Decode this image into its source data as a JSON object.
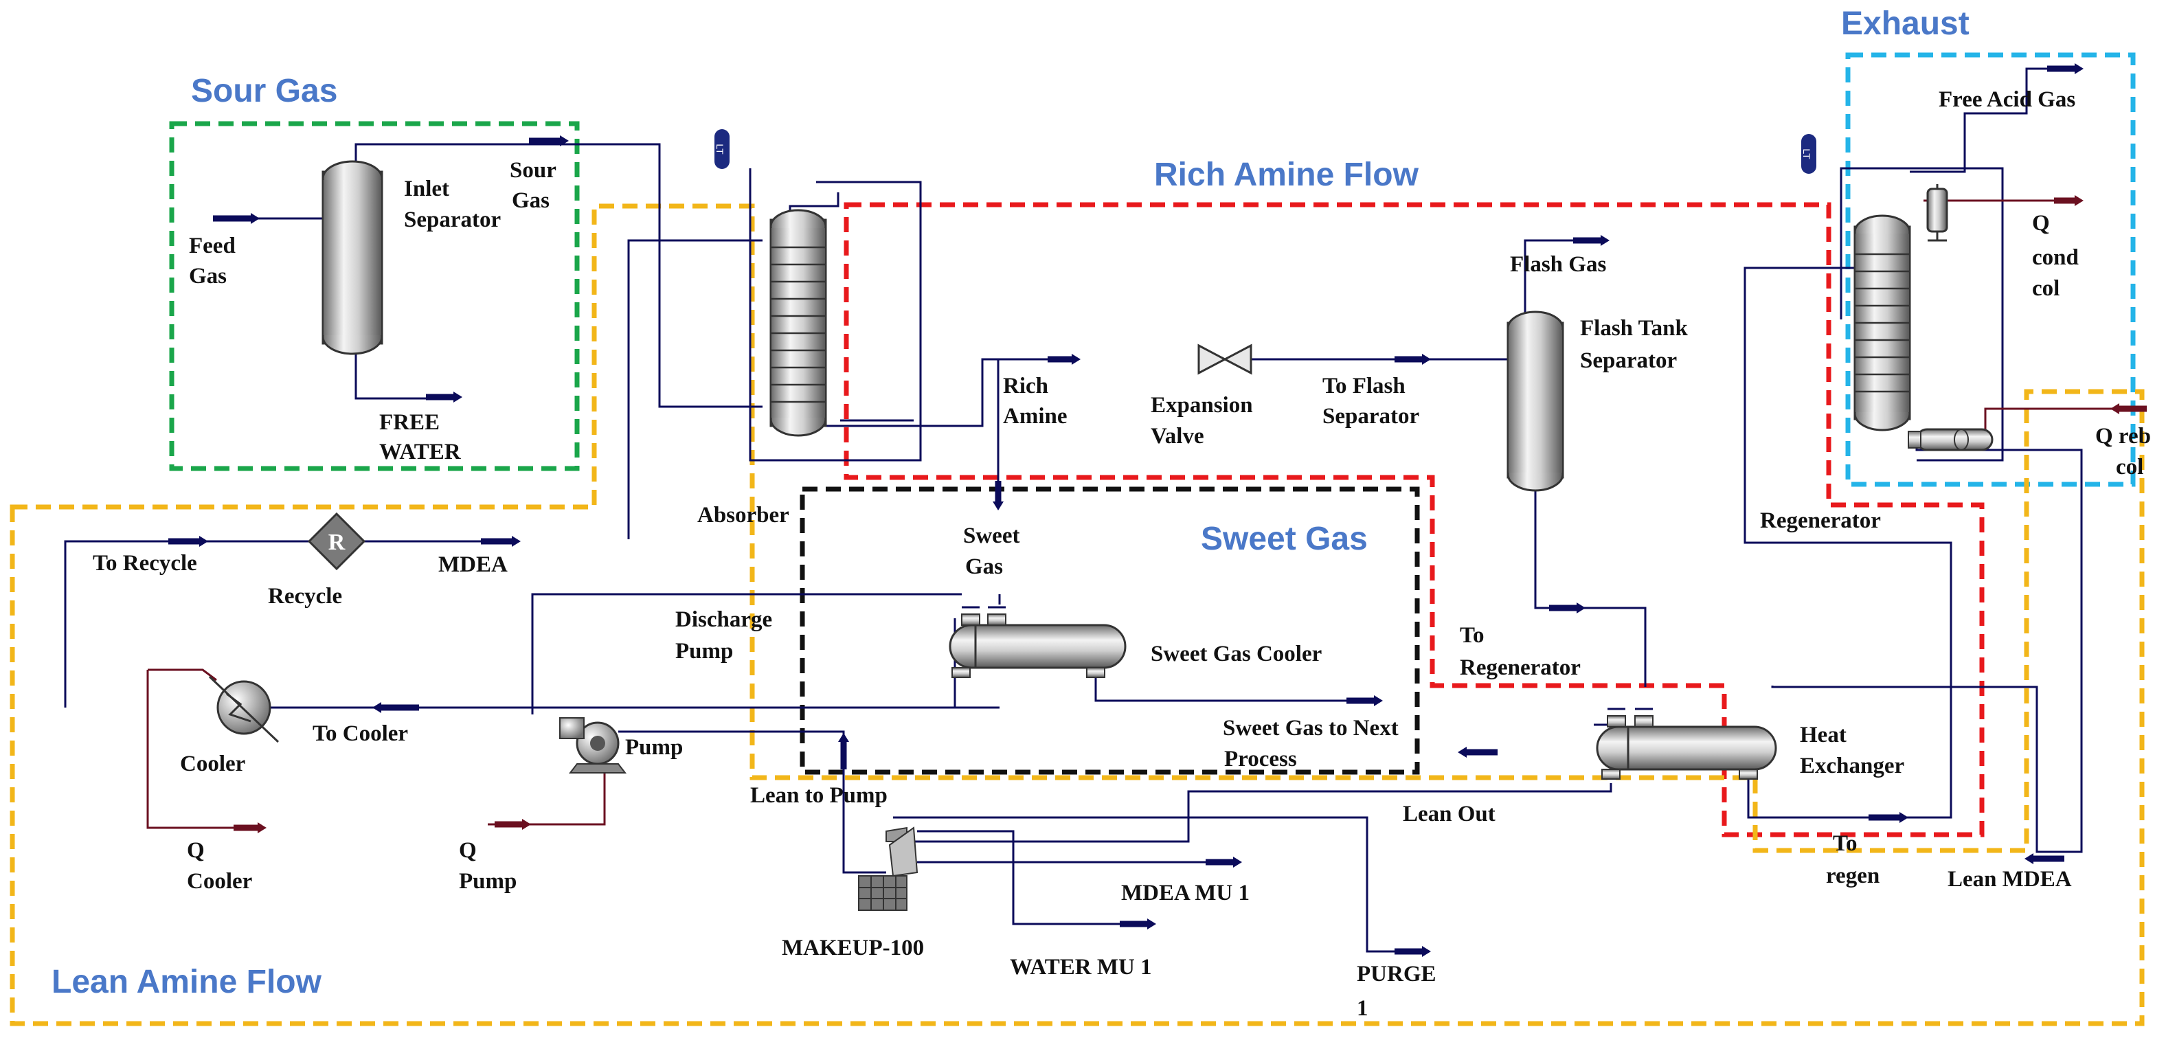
{
  "regions": {
    "sour_gas": "Sour Gas",
    "exhaust": "Exhaust",
    "rich_amine_flow": "Rich Amine Flow",
    "sweet_gas": "Sweet Gas",
    "lean_amine_flow": "Lean Amine Flow"
  },
  "colors": {
    "sour_gas": "#1aa64a",
    "exhaust": "#24b4e8",
    "rich_amine": "#e8191c",
    "sweet_gas": "#111111",
    "lean_amine": "#f2b619",
    "region_text": "#4a78c8",
    "material_stream": "#0b0b5a",
    "energy_stream": "#6b1020"
  },
  "labels": {
    "feed_gas": [
      "Feed",
      "Gas"
    ],
    "inlet_separator": [
      "Inlet",
      "Separator"
    ],
    "sour_gas_stream": [
      "Sour",
      "Gas"
    ],
    "free_water": [
      "FREE",
      "WATER"
    ],
    "absorber": "Absorber",
    "rich_amine": [
      "Rich",
      "Amine"
    ],
    "expansion_valve": [
      "Expansion",
      "Valve"
    ],
    "to_flash_separator": [
      "To Flash",
      "Separator"
    ],
    "flash_gas": "Flash Gas",
    "flash_tank_separator": [
      "Flash Tank",
      "Separator"
    ],
    "free_acid_gas": "Free Acid Gas",
    "q_cond_col": [
      "Q",
      "cond",
      "col"
    ],
    "q_reb_col": [
      "Q reb",
      "col"
    ],
    "regenerator": "Regenerator",
    "to_regenerator": [
      "To",
      "Regenerator"
    ],
    "heat_exchanger": [
      "Heat",
      "Exchanger"
    ],
    "to_regen": [
      "To",
      "regen"
    ],
    "lean_mdea": "Lean MDEA",
    "lean_out": "Lean Out",
    "sweet_gas_stream": [
      "Sweet",
      "Gas"
    ],
    "sweet_gas_cooler": "Sweet Gas Cooler",
    "sweet_gas_next": [
      "Sweet Gas to Next",
      "Process"
    ],
    "discharge_pump": [
      "Discharge",
      "Pump"
    ],
    "pump": "Pump",
    "lean_to_pump": "Lean to Pump",
    "to_cooler": "To Cooler",
    "cooler": "Cooler",
    "q_cooler": [
      "Q",
      "Cooler"
    ],
    "q_pump": [
      "Q",
      "Pump"
    ],
    "to_recycle": "To Recycle",
    "recycle": "Recycle",
    "recycle_symbol": "R",
    "mdea": "MDEA",
    "makeup": "MAKEUP-100",
    "mdea_mu1": "MDEA MU 1",
    "water_mu1": "WATER MU 1",
    "purge": [
      "PURGE",
      "1"
    ],
    "lt_tag": "LT"
  }
}
